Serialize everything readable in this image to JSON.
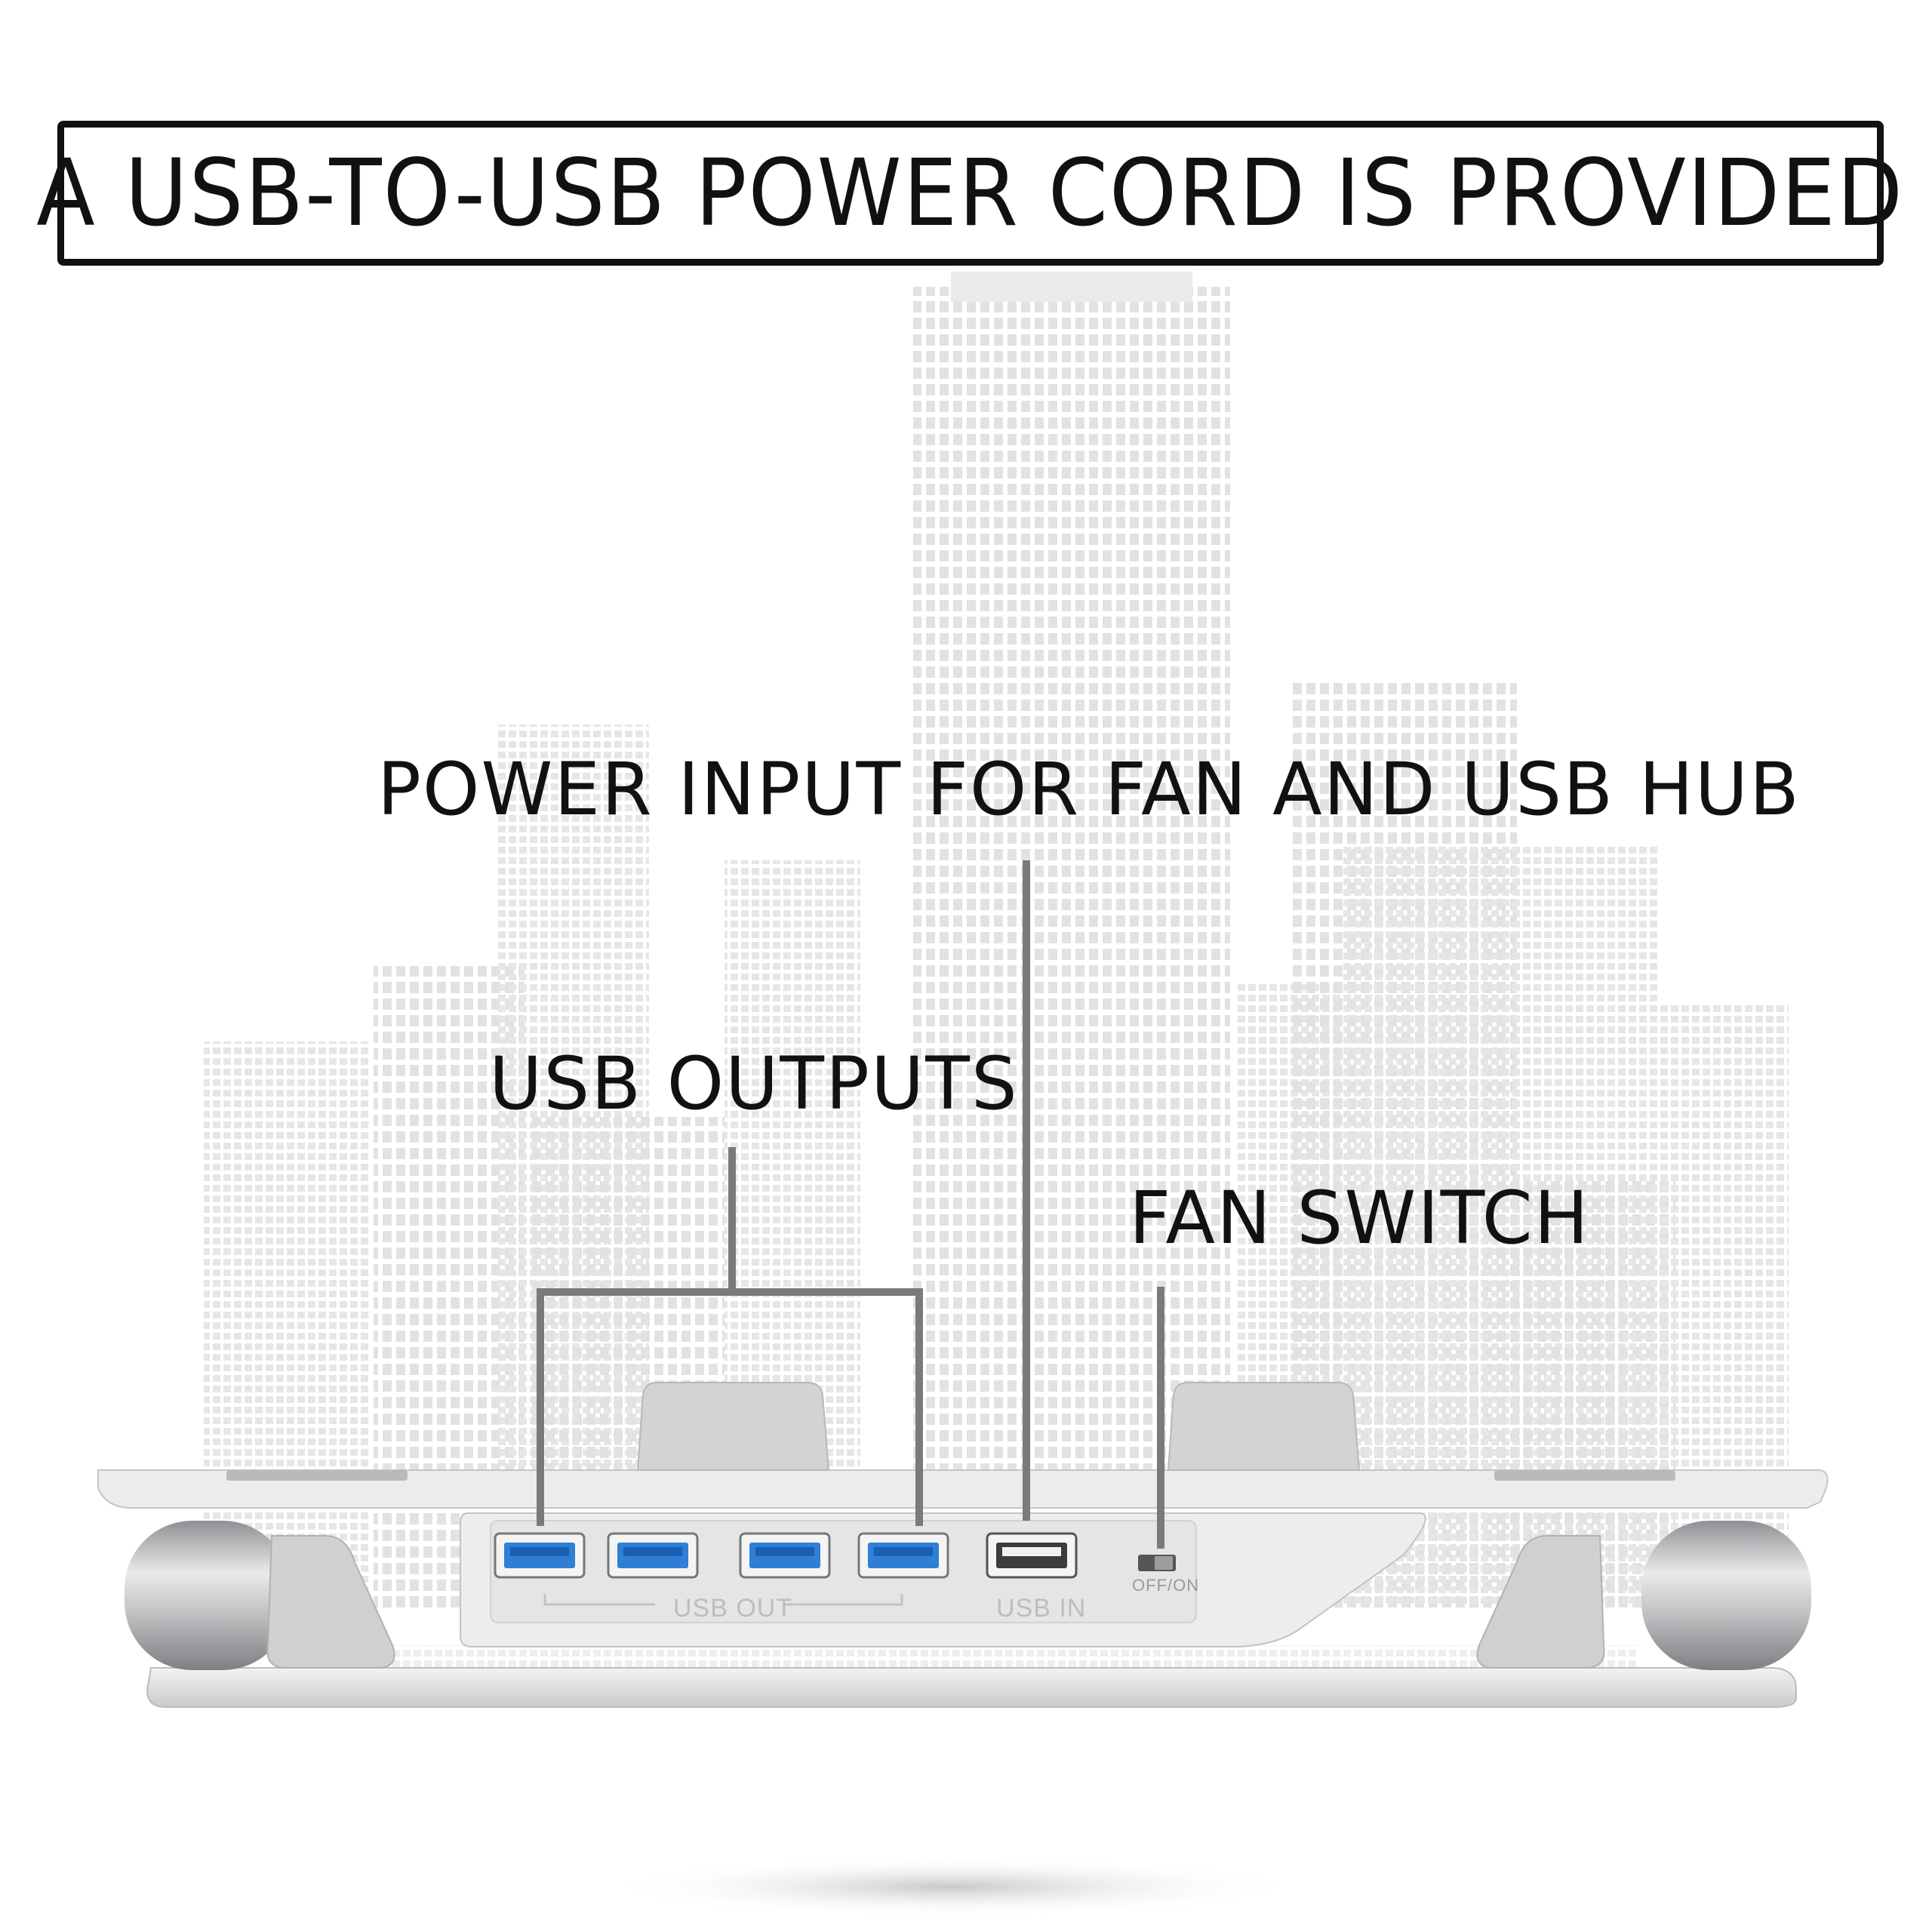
{
  "banner": {
    "text": "A USB-TO-USB POWER CORD IS PROVIDED"
  },
  "callouts": {
    "power_input": "POWER INPUT FOR FAN AND USB HUB",
    "usb_outputs": "USB OUTPUTS",
    "fan_switch": "FAN SWITCH"
  },
  "panel_labels": {
    "usb_out": "USB OUT",
    "usb_in": "USB IN",
    "switch": "OFF/ON"
  },
  "colors": {
    "text": "#111111",
    "leader_line": "#7a7a7a",
    "usb3_port": "#2f7fd6",
    "aluminum": "#d9dadc",
    "skyline": "#e7e7e7"
  }
}
